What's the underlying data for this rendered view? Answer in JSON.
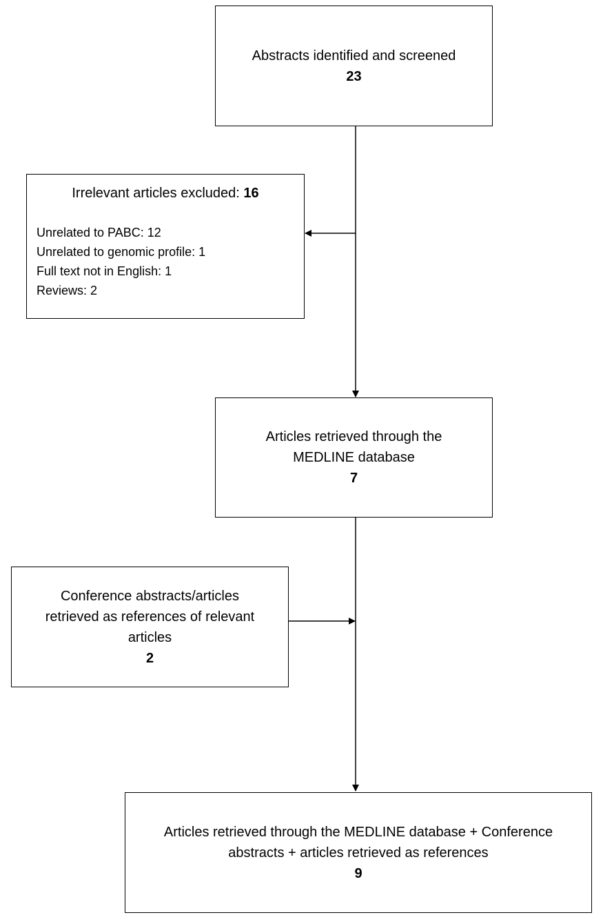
{
  "screened": {
    "label": "Abstracts identified and screened",
    "count": "23"
  },
  "excluded": {
    "title": "Irrelevant articles excluded: ",
    "count": "16",
    "reasons": [
      "Unrelated to PABC: 12",
      "Unrelated to genomic profile: 1",
      "Full text not in English: 1",
      "Reviews: 2"
    ]
  },
  "medline": {
    "label_line1": "Articles retrieved through the",
    "label_line2": "MEDLINE database",
    "count": "7"
  },
  "conference": {
    "label_line1": "Conference abstracts/articles",
    "label_line2": "retrieved as references of relevant",
    "label_line3": "articles",
    "count": "2"
  },
  "final": {
    "label_line1": "Articles retrieved through the MEDLINE database + Conference",
    "label_line2": "abstracts + articles retrieved as references",
    "count": "9"
  }
}
